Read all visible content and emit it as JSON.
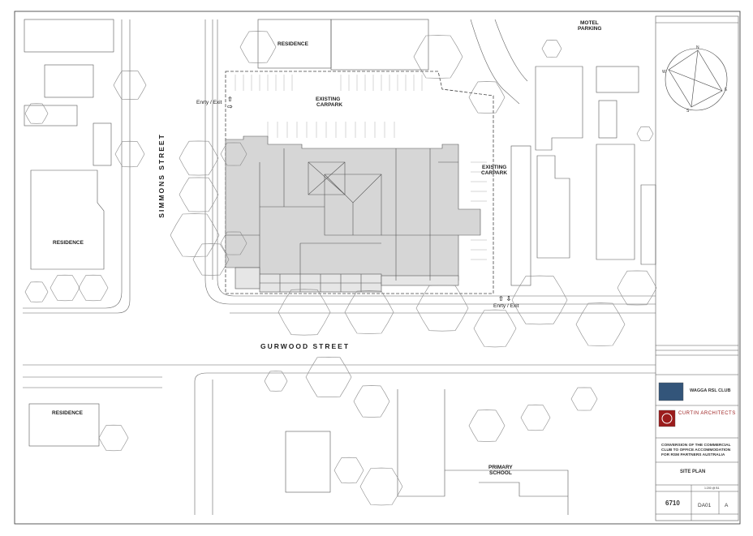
{
  "labels": {
    "motel_parking": [
      "MOTEL",
      "PARKING"
    ],
    "residence_top": "RESIDENCE",
    "residence_left": "RESIDENCE",
    "residence_bottom": "RESIDENCE",
    "carpark_north": [
      "EXISTING",
      "CARPARK"
    ],
    "carpark_east": [
      "EXISTING",
      "CARPARK"
    ],
    "entry_west": "Enrty / Exit",
    "entry_south": "Enrty / Exit",
    "simmons_street": "SIMMONS STREET",
    "gurwood_street": "GURWOOD STREET",
    "primary_school": [
      "PRIMARY",
      "SCHOOL"
    ]
  },
  "title_block": {
    "client": "WAGGA RSL CLUB",
    "architect": "CURTIN ARCHITECTS",
    "project_title": [
      "CONVERSION OF THE COMMERCIAL",
      "CLUB TO OFFICE ACCOMMODATION",
      "FOR RSM PARTNERS AUSTRALIA"
    ],
    "drawing_title": "SITE PLAN",
    "scale": "1:200 @ B1",
    "project_no": "6710",
    "drawing_no": "DA01",
    "revision": "A"
  },
  "colors": {
    "building_fill": "#d6d6d6",
    "line": "#555555",
    "tree": "#8a8a8a"
  }
}
